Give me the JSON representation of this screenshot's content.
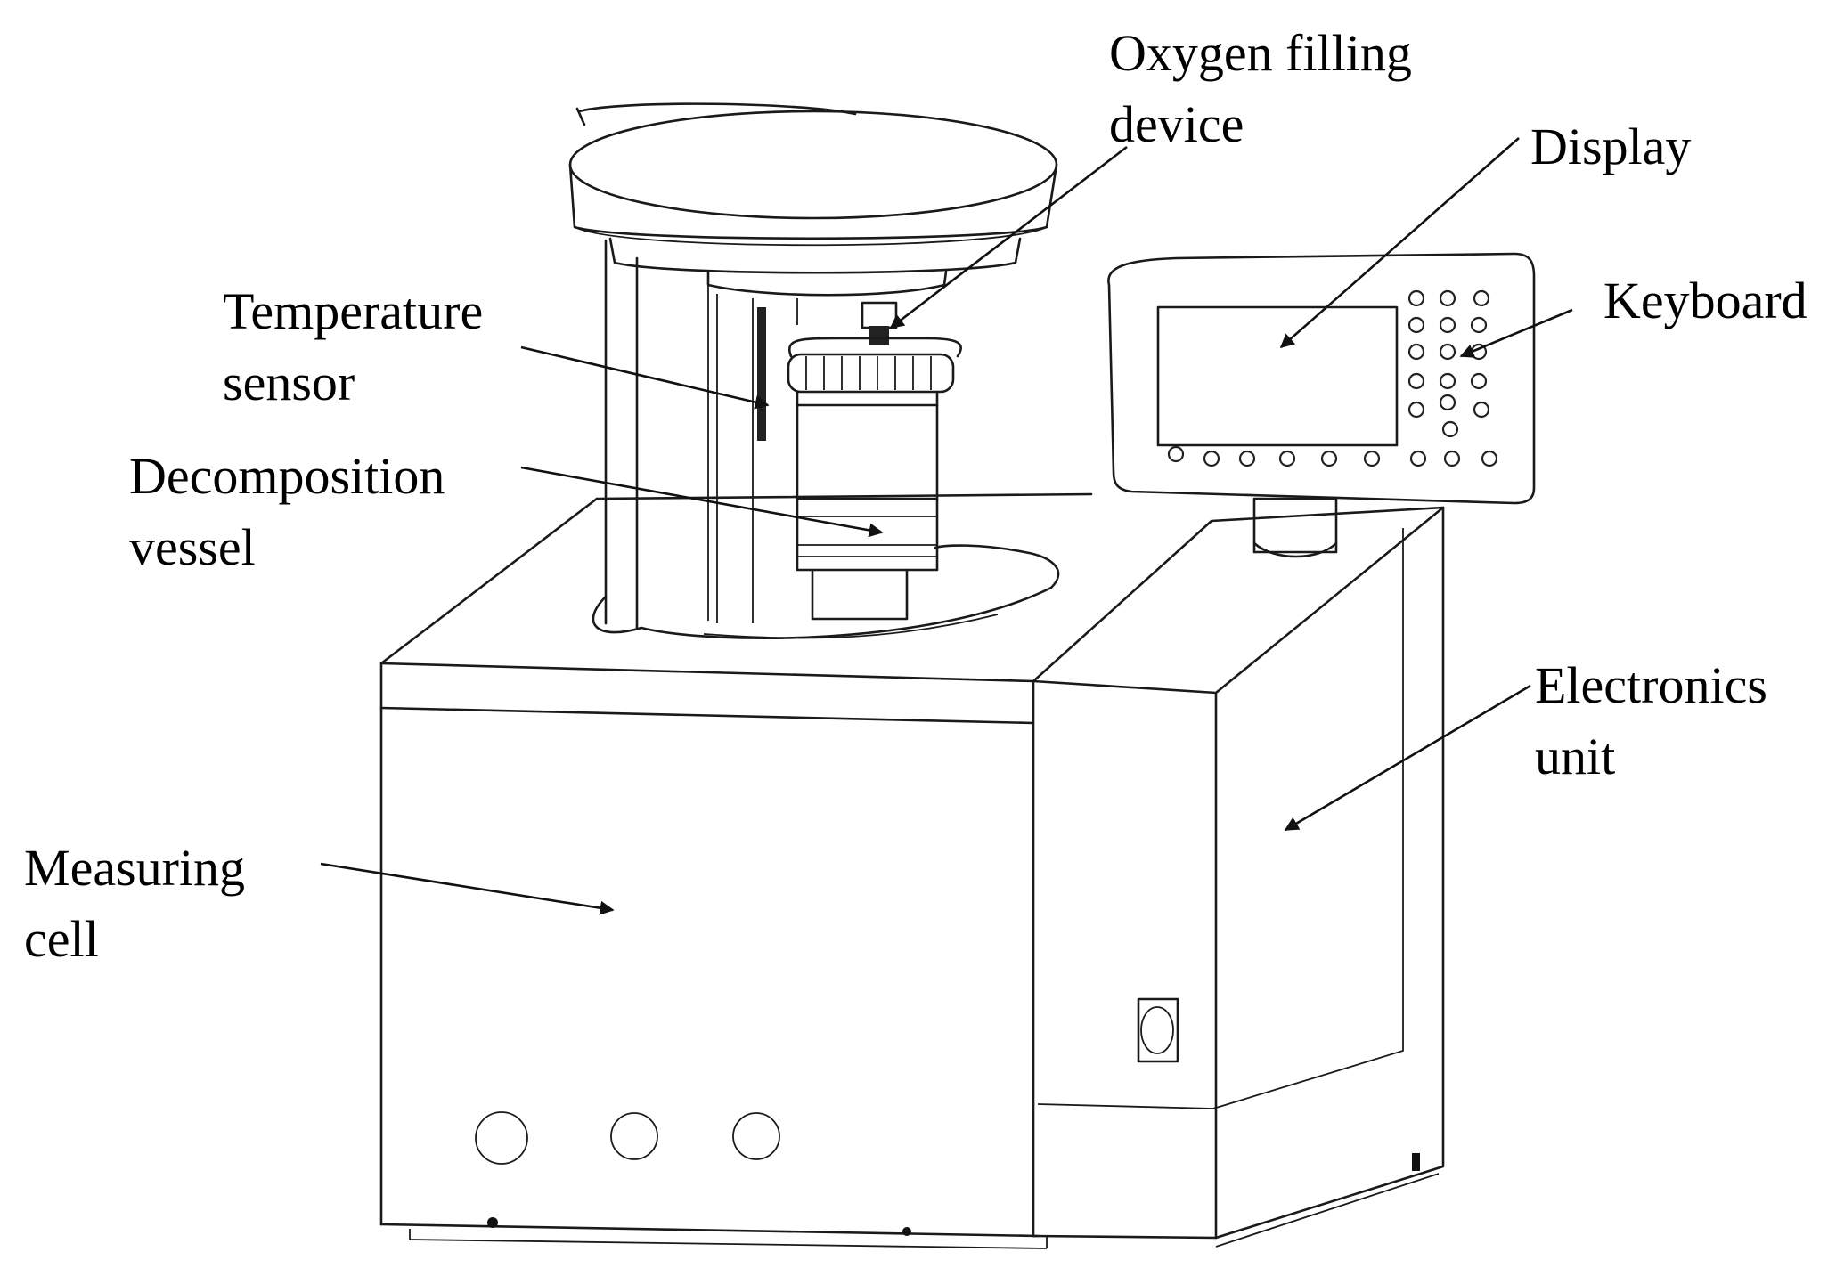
{
  "labels": {
    "oxygen": [
      "Oxygen  filling",
      "device"
    ],
    "display": [
      "Display"
    ],
    "keyboard": [
      "Keyboard"
    ],
    "temperature": [
      "Temperature",
      "sensor"
    ],
    "decomposition": [
      "Decomposition",
      "vessel"
    ],
    "electronics": [
      "Electronics",
      "unit"
    ],
    "measuring": [
      "Measuring",
      "cell"
    ]
  }
}
